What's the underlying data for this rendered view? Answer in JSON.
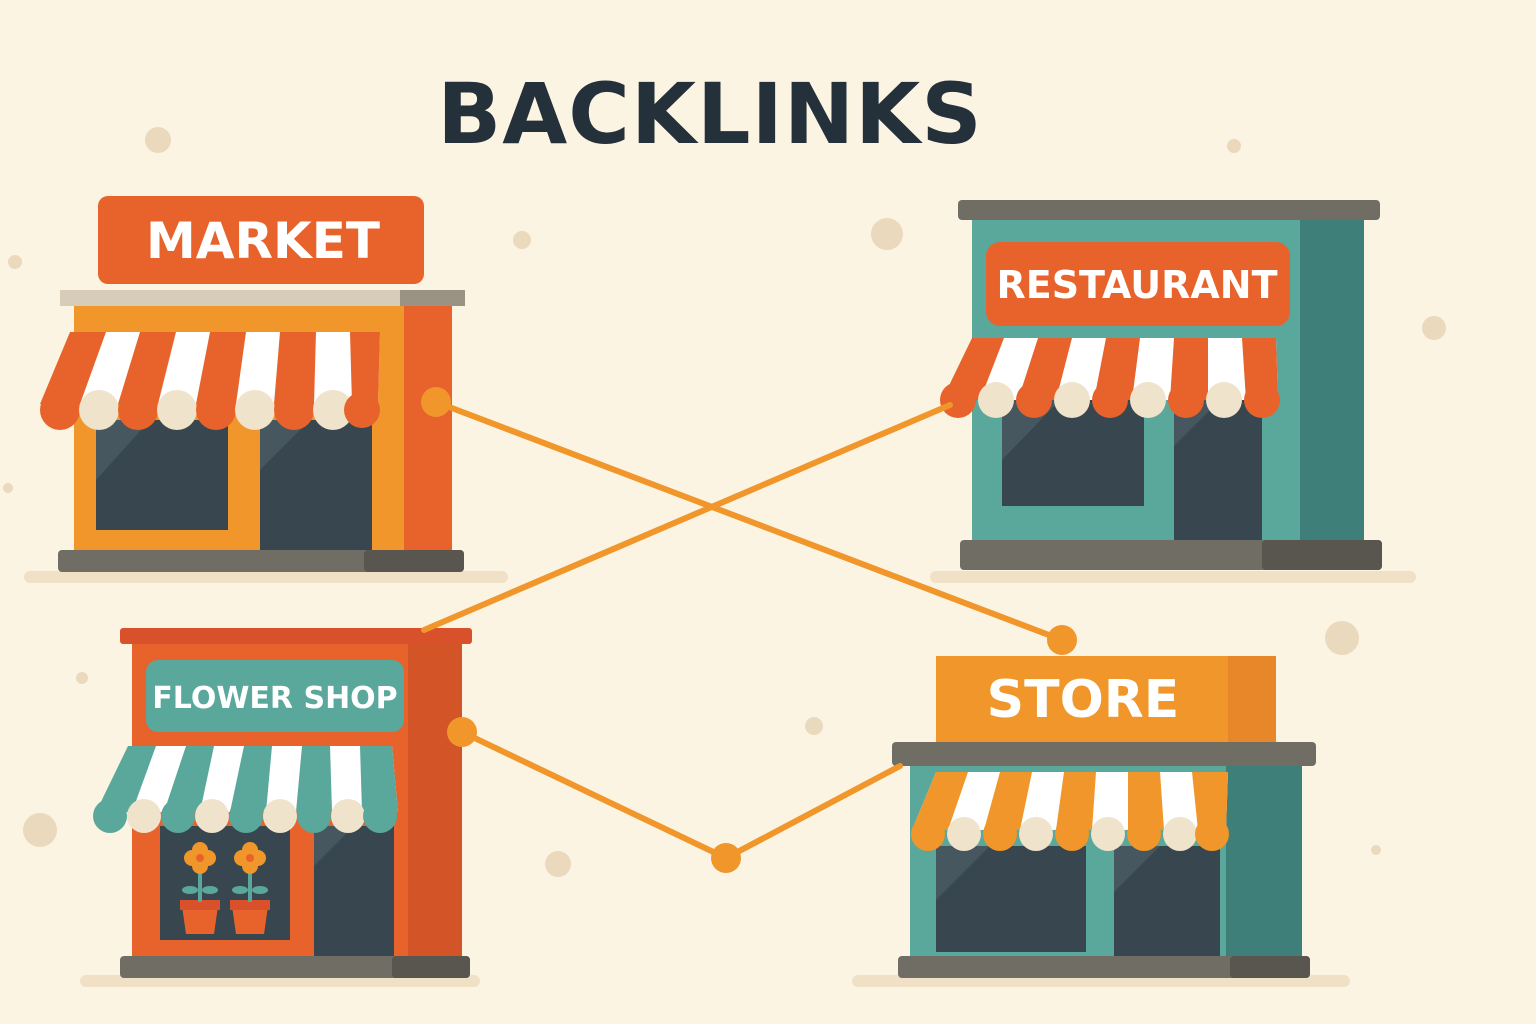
{
  "title": "BACKLINKS",
  "shops": {
    "market": {
      "label": "MARKET"
    },
    "restaurant": {
      "label": "RESTAURANT"
    },
    "flower_shop": {
      "label": "FLOWER SHOP"
    },
    "store": {
      "label": "STORE"
    }
  },
  "colors": {
    "background": "#fcf4e3",
    "orange": "#e8632b",
    "amber": "#f0962a",
    "teal": "#5aa79c",
    "teal_dark": "#3f7f79",
    "link_line": "#f0962a",
    "title": "#24303a"
  }
}
